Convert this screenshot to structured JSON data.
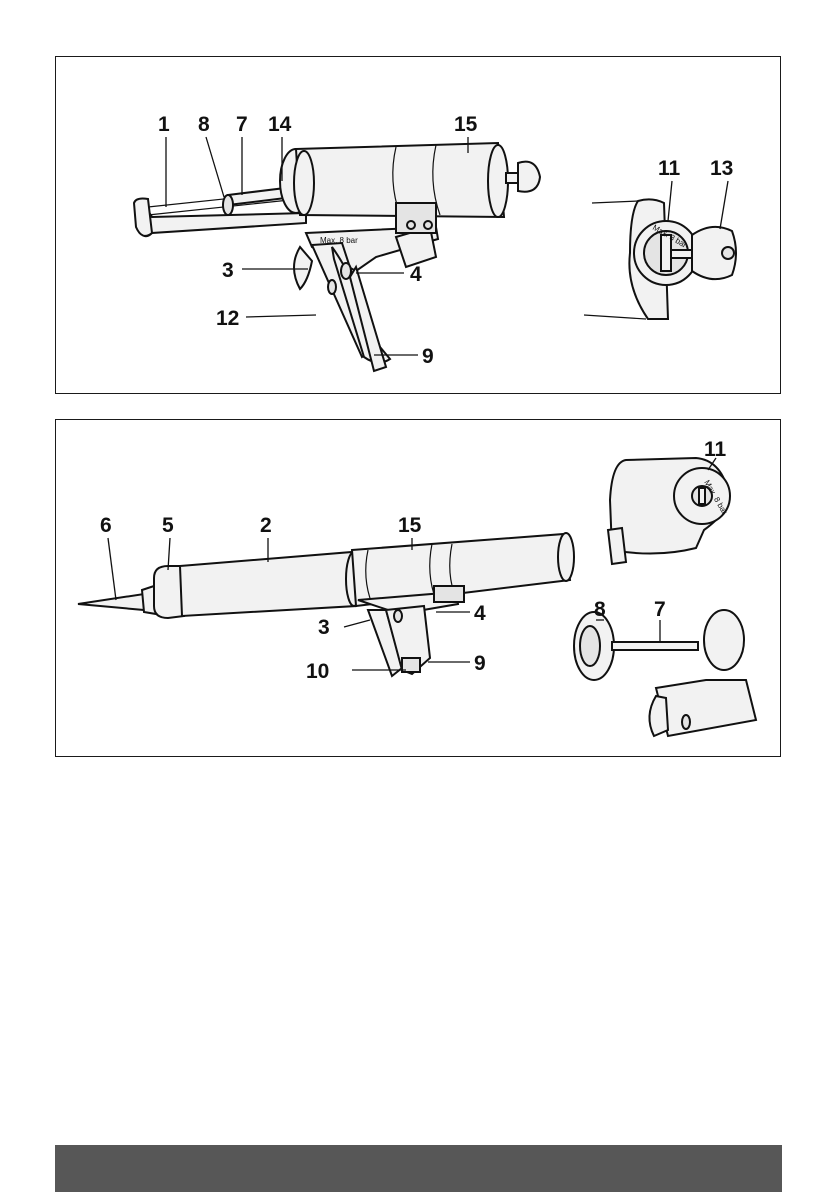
{
  "figure_top": {
    "labels": {
      "l1": "1",
      "l8": "8",
      "l7": "7",
      "l14": "14",
      "l15": "15",
      "l3": "3",
      "l4": "4",
      "l12": "12",
      "l9": "9",
      "l11": "11",
      "l13": "13"
    },
    "engraving": "Max. 8 bar",
    "engraving_detail": "Max. 8 bar"
  },
  "figure_bottom": {
    "labels": {
      "l6": "6",
      "l5": "5",
      "l2": "2",
      "l15": "15",
      "l3": "3",
      "l4": "4",
      "l10": "10",
      "l9": "9",
      "l11": "11",
      "l8": "8",
      "l7": "7"
    },
    "engraving_detail": "Max. 8 bar"
  },
  "colors": {
    "frame": "#1a1a1a",
    "footer_bar": "#575757",
    "part_fill": "#f2f2f2"
  }
}
